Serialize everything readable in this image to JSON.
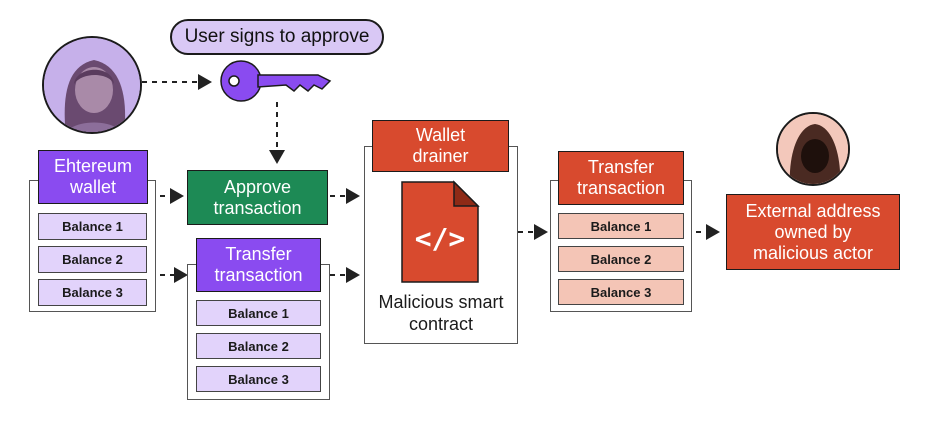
{
  "labels": {
    "user_signs": "User signs to approve",
    "wallet_title": "Ehtereum wallet",
    "approve_tx": "Approve transaction",
    "transfer_tx_1": "Transfer transaction",
    "drainer_title": "Wallet drainer",
    "code_glyph": "</>",
    "contract_caption": "Malicious smart contract",
    "transfer_tx_2": "Transfer transaction",
    "external": "External address owned by malicious actor"
  },
  "wallet_balances": [
    "Balance 1",
    "Balance 2",
    "Balance 3"
  ],
  "transfer1_balances": [
    "Balance 1",
    "Balance 2",
    "Balance 3"
  ],
  "transfer2_balances": [
    "Balance 1",
    "Balance 2",
    "Balance 3"
  ],
  "icons": {
    "user": "user-avatar",
    "key": "key-icon",
    "document": "code-document-icon",
    "attacker": "hooded-attacker-avatar"
  },
  "colors": {
    "purple": "#8a4bf0",
    "green": "#1d8a55",
    "red": "#d84a2e",
    "lavender": "#d9c8f5",
    "peach": "#f4c5b6"
  }
}
